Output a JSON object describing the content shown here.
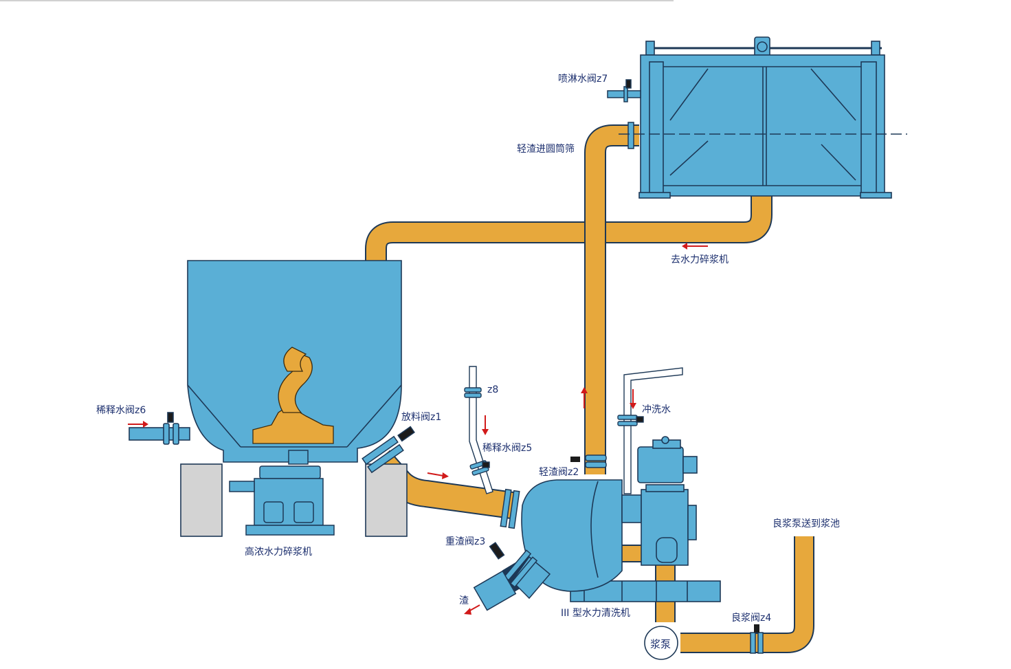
{
  "colors": {
    "equipment": "#5aafd6",
    "pipe": "#e7a83c",
    "outline": "#1d3856",
    "arrow": "#d11a1a",
    "label": "#1c2f6e",
    "support": "#d3d3d3"
  },
  "labels": {
    "spray_valve": "喷淋水阀z7",
    "light_residue_screen": "轻渣进圆筒筛",
    "to_pulper": "去水力碎浆机",
    "dilution_valve_z6": "稀释水阀z6",
    "discharge_valve": "放料阀z1",
    "z8": "z8",
    "dilution_valve_z5": "稀释水阀z5",
    "flush_water": "冲洗水",
    "light_residue_valve": "轻渣阀z2",
    "heavy_residue_valve": "重渣阀z3",
    "residue": "渣",
    "hc_pulper": "高浓水力碎浆机",
    "cleaner": "III 型水力清洗机",
    "good_stock_pump_to_tank": "良浆泵送到浆池",
    "good_stock_valve": "良浆阀z4",
    "stock_pump": "浆泵"
  }
}
